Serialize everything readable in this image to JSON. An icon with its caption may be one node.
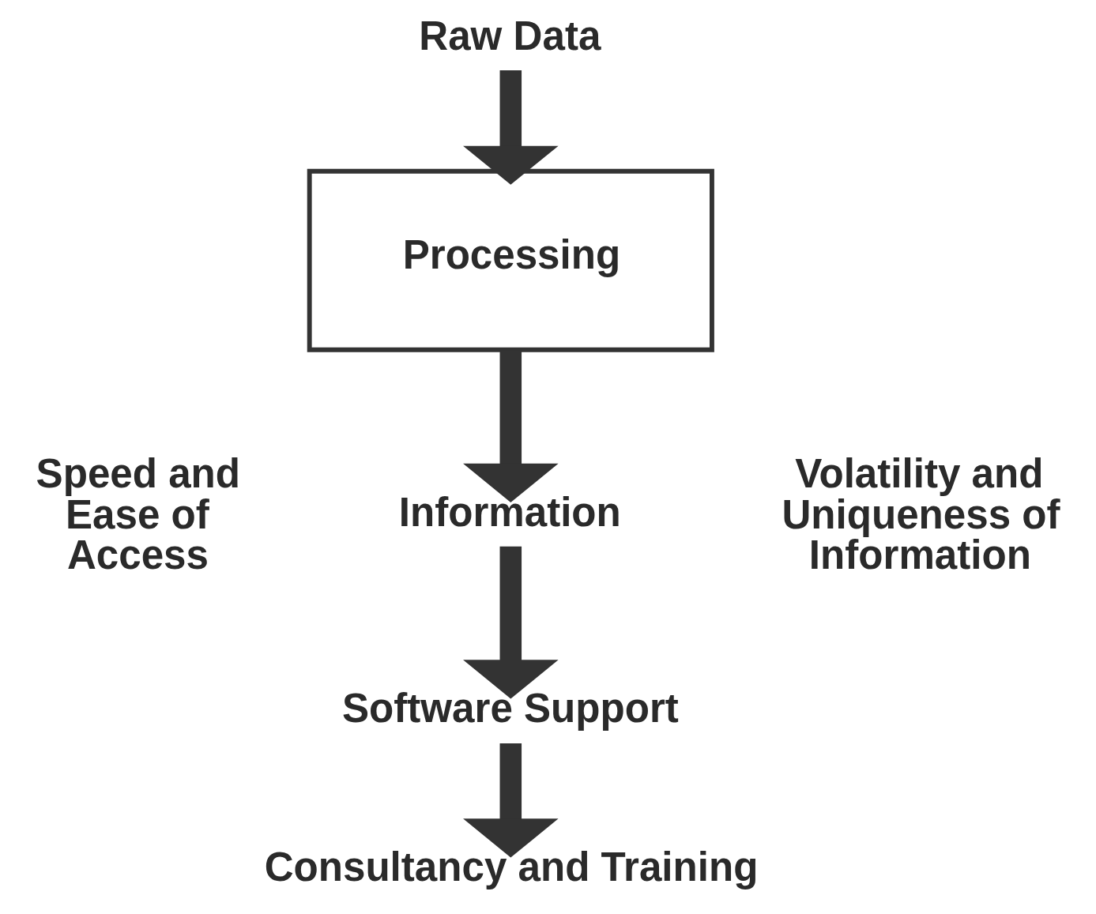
{
  "diagram": {
    "nodes": [
      {
        "text": [
          "Raw Data"
        ]
      },
      {
        "text": [
          "Processing"
        ]
      },
      {
        "text": [
          "Information"
        ]
      },
      {
        "text": [
          "Software Support"
        ]
      },
      {
        "text": [
          "Consultancy and Training"
        ]
      }
    ],
    "edges": [
      {
        "from": 0,
        "to": 1,
        "arrow": "to"
      },
      {
        "from": 1,
        "to": 2,
        "arrow": "to"
      },
      {
        "from": 2,
        "to": 3,
        "arrow": "to"
      },
      {
        "from": 3,
        "to": 4,
        "arrow": "to"
      }
    ],
    "labels": [
      "Speed and Ease of Access",
      "Volatility and Uniqueness of Information"
    ]
  }
}
